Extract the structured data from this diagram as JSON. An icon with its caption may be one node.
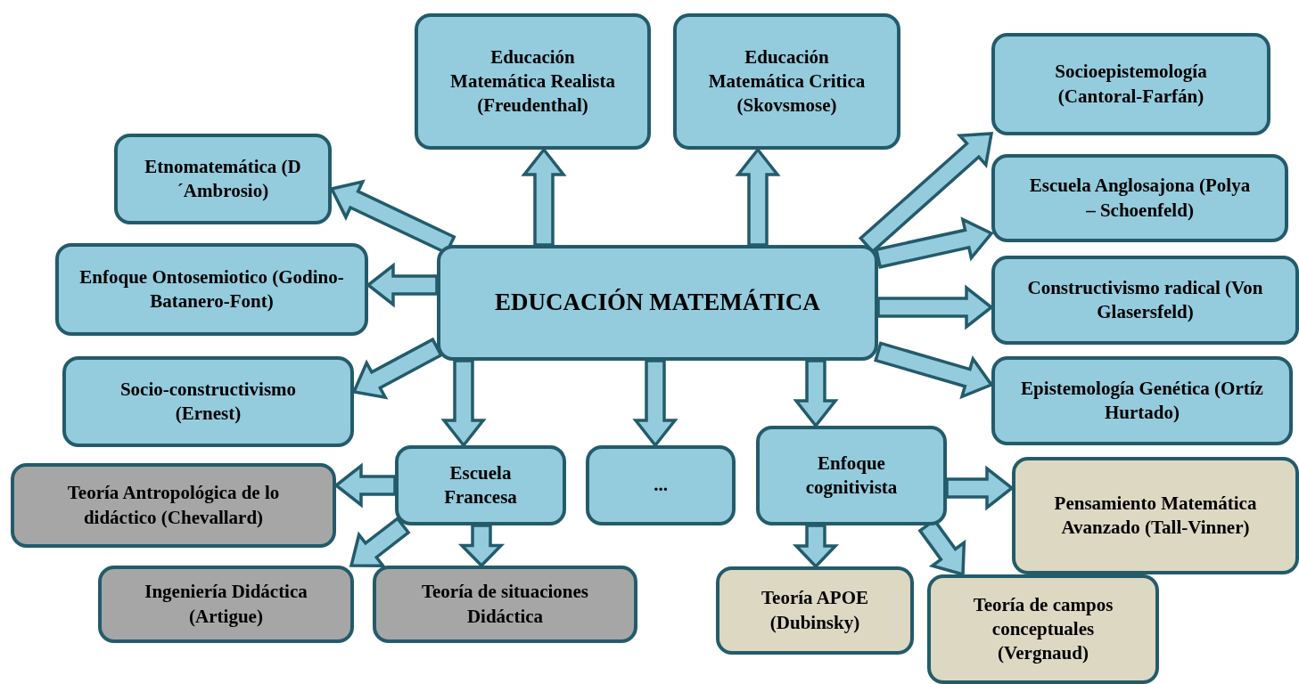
{
  "diagram": {
    "nodes": [
      {
        "text": [
          "EDUCACIÓN MATEMÁTICA"
        ]
      },
      {
        "text": [
          "Educación Matemática Realista (Freudenthal)"
        ]
      },
      {
        "text": [
          "Educación Matemática Critica (Skovsmose)"
        ]
      },
      {
        "text": [
          "Socioepistemología (Cantoral-Farfán)"
        ]
      },
      {
        "text": [
          "Etnomatemática (D´Ambrosio)"
        ]
      },
      {
        "text": [
          "Escuela Anglosajona (Polya – Schoenfeld)"
        ]
      },
      {
        "text": [
          "Enfoque Ontosemiotico (Godino-Batanero-Font)"
        ]
      },
      {
        "text": [
          "Constructivismo radical (Von Glasersfeld)"
        ]
      },
      {
        "text": [
          "Socio-constructivismo (Ernest)"
        ]
      },
      {
        "text": [
          "Epistemología Genética (Ortíz Hurtado)"
        ]
      },
      {
        "text": [
          "Escuela Francesa"
        ]
      },
      {
        "text": [
          "..."
        ]
      },
      {
        "text": [
          "Enfoque cognitivista"
        ]
      },
      {
        "text": [
          "Teoría Antropológica de lo didáctico (Chevallard)"
        ]
      },
      {
        "text": [
          "Pensamiento Matemática Avanzado (Tall-Vinner)"
        ]
      },
      {
        "text": [
          "Ingeniería Didáctica (Artigue)"
        ]
      },
      {
        "text": [
          "Teoría de situaciones Didáctica"
        ]
      },
      {
        "text": [
          "Teoría APOE (Dubinsky)"
        ]
      },
      {
        "text": [
          "Teoría de campos conceptuales (Vergnaud)"
        ]
      }
    ],
    "edges": [
      {
        "from": 0,
        "to": 1,
        "arrow": "to"
      },
      {
        "from": 0,
        "to": 2,
        "arrow": "to"
      },
      {
        "from": 0,
        "to": 3,
        "arrow": "to"
      },
      {
        "from": 0,
        "to": 4,
        "arrow": "to"
      },
      {
        "from": 0,
        "to": 5,
        "arrow": "to"
      },
      {
        "from": 0,
        "to": 6,
        "arrow": "to"
      },
      {
        "from": 0,
        "to": 7,
        "arrow": "to"
      },
      {
        "from": 0,
        "to": 8,
        "arrow": "to"
      },
      {
        "from": 0,
        "to": 9,
        "arrow": "to"
      },
      {
        "from": 0,
        "to": 10,
        "arrow": "to"
      },
      {
        "from": 0,
        "to": 11,
        "arrow": "to"
      },
      {
        "from": 0,
        "to": 12,
        "arrow": "to"
      },
      {
        "from": 10,
        "to": 13,
        "arrow": "to"
      },
      {
        "from": 10,
        "to": 15,
        "arrow": "to"
      },
      {
        "from": 10,
        "to": 16,
        "arrow": "to"
      },
      {
        "from": 12,
        "to": 14,
        "arrow": "to"
      },
      {
        "from": 12,
        "to": 17,
        "arrow": "to"
      },
      {
        "from": 12,
        "to": 18,
        "arrow": "to"
      }
    ]
  }
}
